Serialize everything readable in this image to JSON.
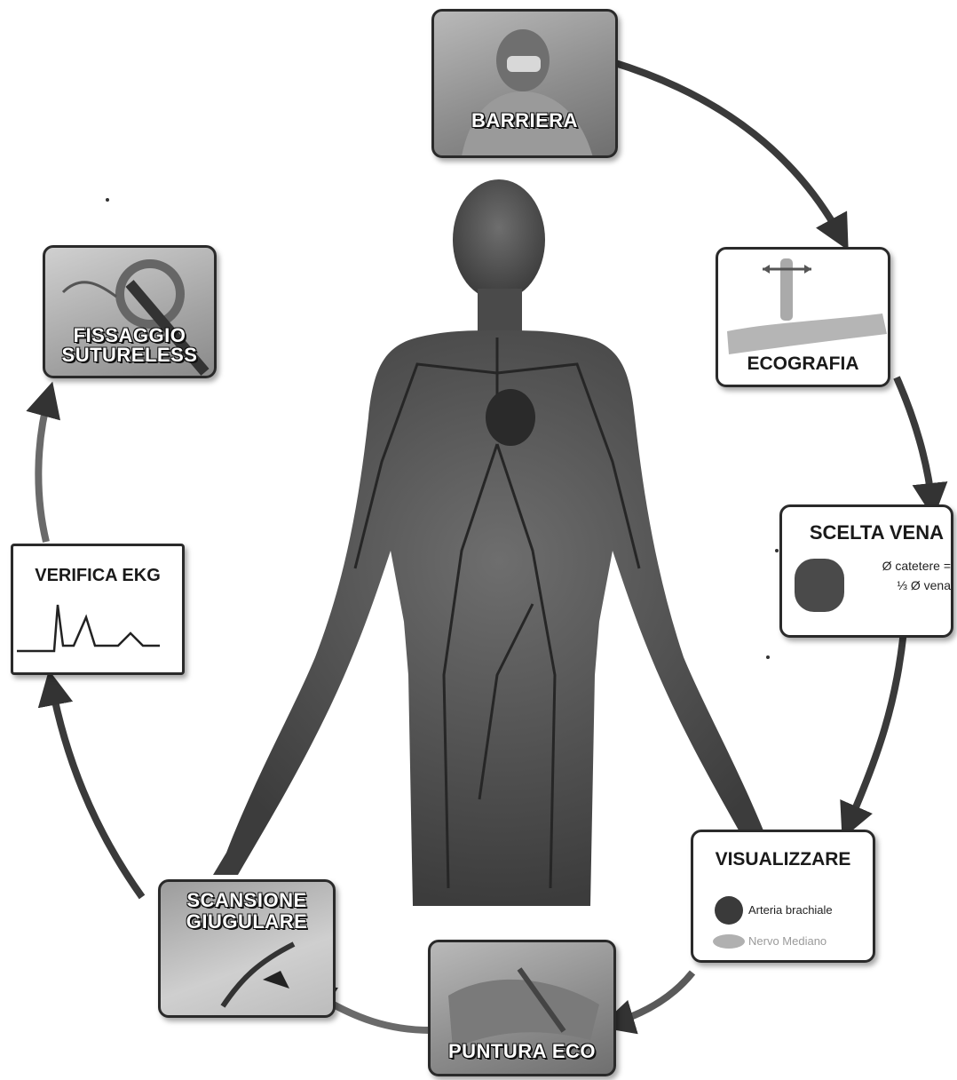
{
  "steps": {
    "barriera": "BARRIERA",
    "ecografia": "ECOGRAFIA",
    "scelta_vena": {
      "title": "SCELTA VENA",
      "line1": "Ø catetere =",
      "line2": "⅓ Ø vena"
    },
    "visualizzare": {
      "title": "VISUALIZZARE",
      "legend1": "Arteria brachiale",
      "legend2": "Nervo Mediano"
    },
    "puntura_eco": "PUNTURA ECO",
    "scansione": {
      "line1": "SCANSIONE",
      "line2": "GIUGULARE"
    },
    "verifica_ekg": "VERIFICA EKG",
    "fissaggio": {
      "line1": "FISSAGGIO",
      "line2": "SUTURELESS"
    }
  },
  "colors": {
    "arrow": "#3a3a3a",
    "card_border": "#2a2a2a",
    "body": "#555555"
  }
}
